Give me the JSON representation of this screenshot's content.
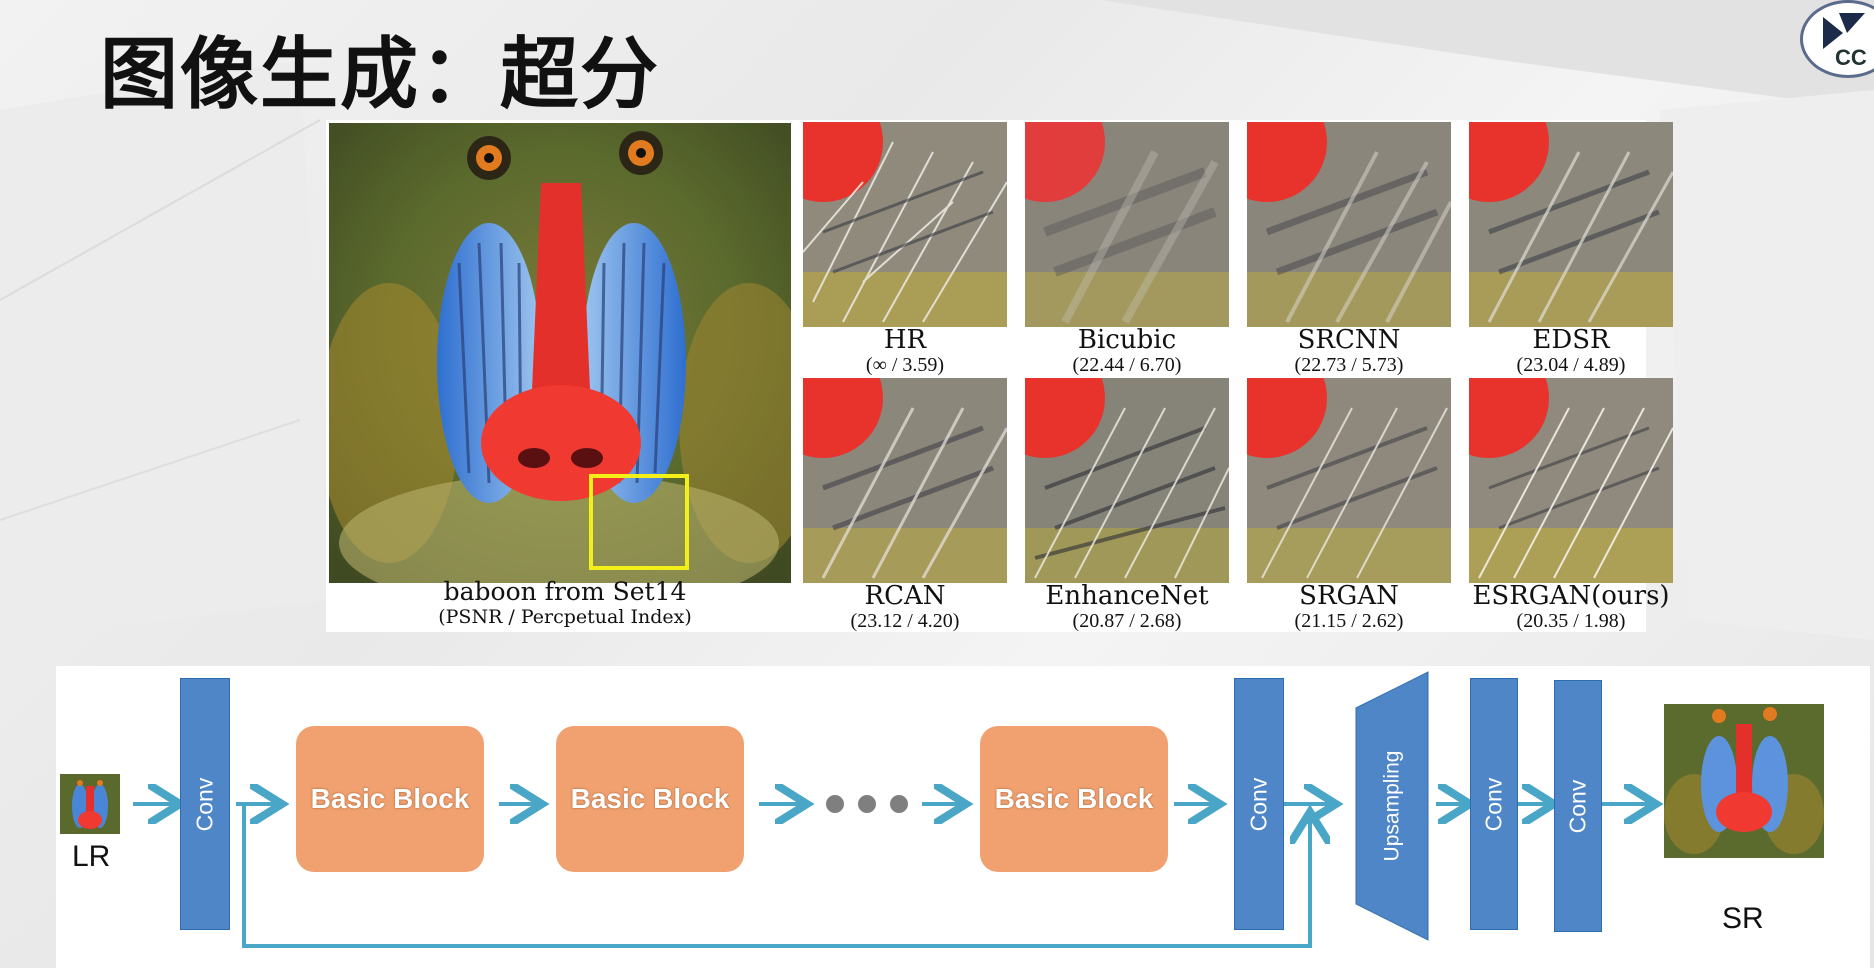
{
  "slide": {
    "title": "图像生成：超分",
    "logo_text": "CC"
  },
  "comparison": {
    "main_image": {
      "caption": "baboon from Set14",
      "subcaption": "(PSNR / Percpetual Index)"
    },
    "patches": [
      {
        "name": "HR",
        "score": "(∞ / 3.59)"
      },
      {
        "name": "Bicubic",
        "score": "(22.44 / 6.70)"
      },
      {
        "name": "SRCNN",
        "score": "(22.73 / 5.73)"
      },
      {
        "name": "EDSR",
        "score": "(23.04 / 4.89)"
      },
      {
        "name": "RCAN",
        "score": "(23.12 / 4.20)"
      },
      {
        "name": "EnhanceNet",
        "score": "(20.87 / 2.68)"
      },
      {
        "name": "SRGAN",
        "score": "(21.15 / 2.62)"
      },
      {
        "name": "ESRGAN(ours)",
        "score": "(20.35 / 1.98)"
      }
    ]
  },
  "architecture": {
    "input_label": "LR",
    "output_label": "SR",
    "conv_label": "Conv",
    "basic_block_label": "Basic Block",
    "upsampling_label": "Upsampling",
    "colors": {
      "conv": "#4f86c8",
      "basic_block": "#f0a16f",
      "arrow": "#4aa6c6",
      "dots": "#7f7f7f"
    }
  }
}
